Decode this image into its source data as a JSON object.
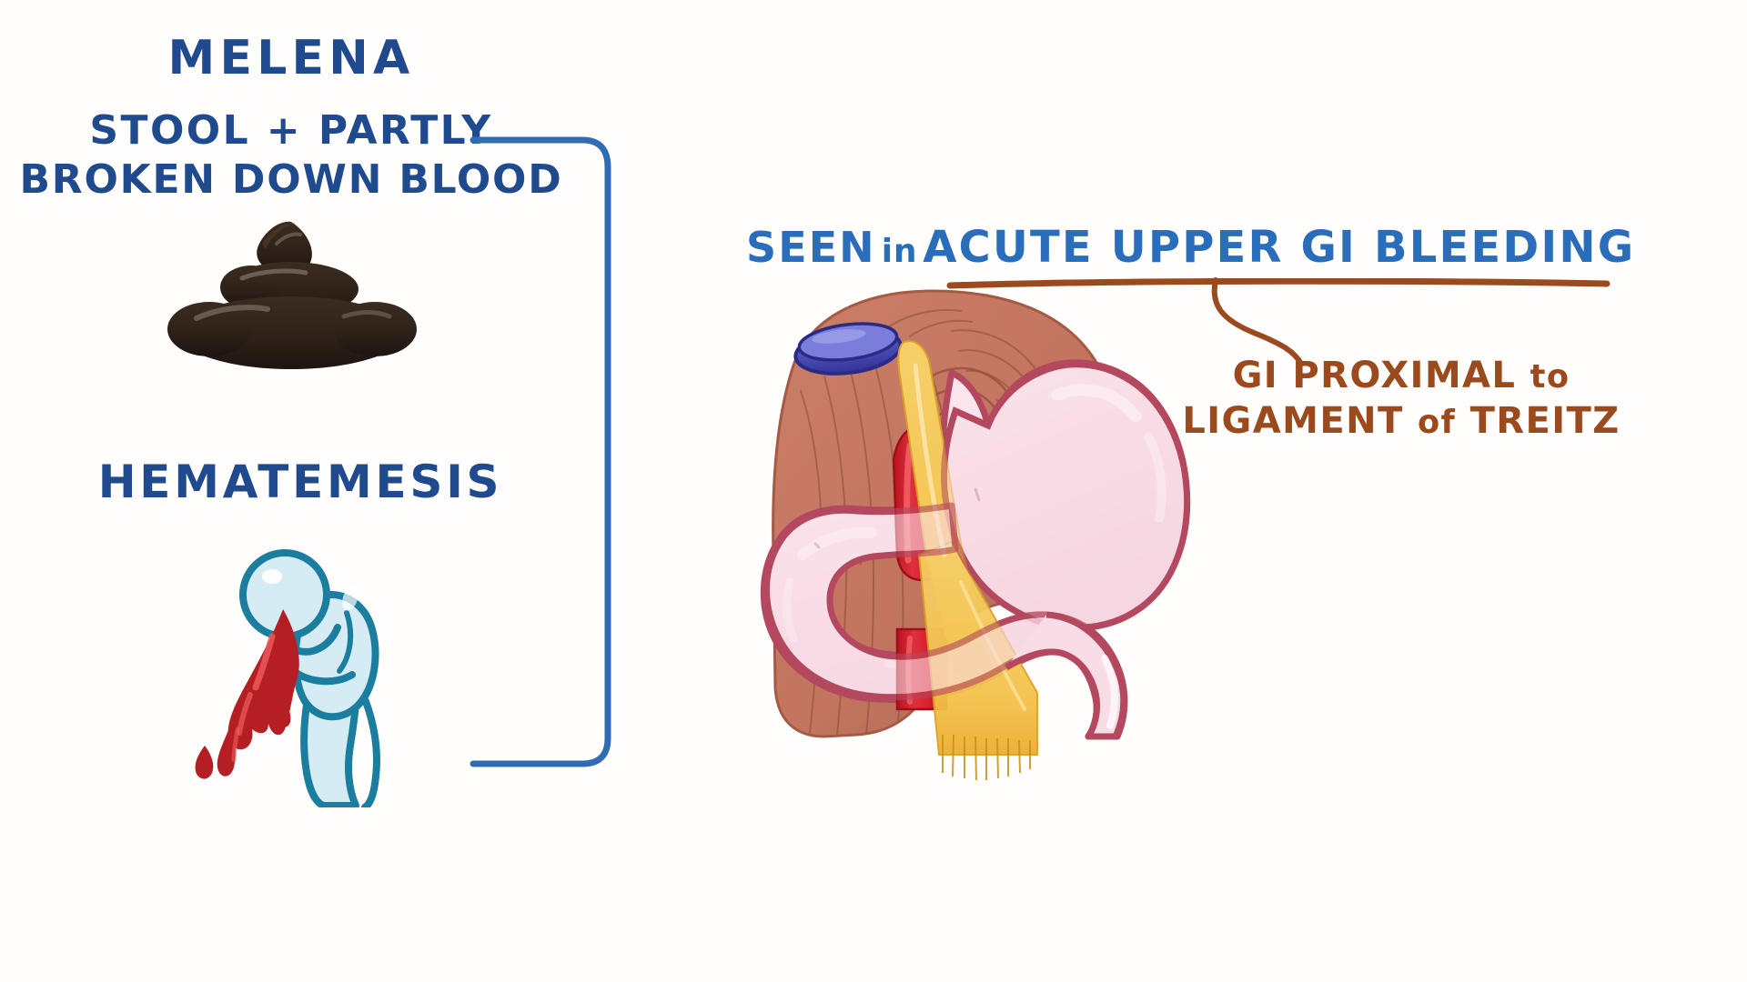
{
  "page": {
    "background_color": "#fffefc",
    "type": "medical-illustration",
    "topic": "Upper gastrointestinal bleeding signs"
  },
  "palette": {
    "navy_text": "#1f4b8e",
    "blue_text": "#2a6dba",
    "brown_text": "#9b4a1e",
    "bracket_blue": "#2f6cb3",
    "underline_brown": "#9b4a1e",
    "stool_dark": "#2e2219",
    "blood_red": "#b51f24",
    "person_body": "#d6ecf5",
    "person_outline": "#1c7e9e",
    "diaphragm_muscle": "#c1755f",
    "stomach_pink": "#f9dde6",
    "stomach_outline": "#b4485f",
    "aorta_red": "#d61f2b",
    "ligament_yellow": "#f4c44e",
    "hiatus_purple": "#3f3f9e"
  },
  "labels": {
    "melena": {
      "title": "MELENA",
      "subtitle_line1": "STOOL + PARTLY",
      "subtitle_line2": "BROKEN DOWN BLOOD",
      "icon": "stool-icon"
    },
    "hematemesis": {
      "title": "HEMATEMESIS",
      "icon": "vomiting-person-icon"
    },
    "seen_in": {
      "prefix": "SEEN",
      "connector": "in",
      "emphasis": "ACUTE UPPER GI BLEEDING",
      "underlined": true
    },
    "treitz_note": {
      "line1_a": "GI PROXIMAL",
      "line1_b": "to",
      "line2_a": "LIGAMENT",
      "line2_b": "of",
      "line2_c": "TREITZ"
    }
  },
  "illustration": {
    "name": "stomach-diaphragm-ligament-of-treitz",
    "parts": [
      "diaphragm-muscle",
      "aortic-hiatus-opening",
      "stomach",
      "abdominal-aorta",
      "ligament-of-treitz",
      "duodenum"
    ]
  },
  "connectors": {
    "bracket": {
      "name": "melena-hematemesis-bracket",
      "color": "#2f6cb3",
      "stroke_width": 7
    },
    "hook": {
      "name": "treitz-callout-hook",
      "color": "#9b4a1e",
      "stroke_width": 6
    }
  }
}
